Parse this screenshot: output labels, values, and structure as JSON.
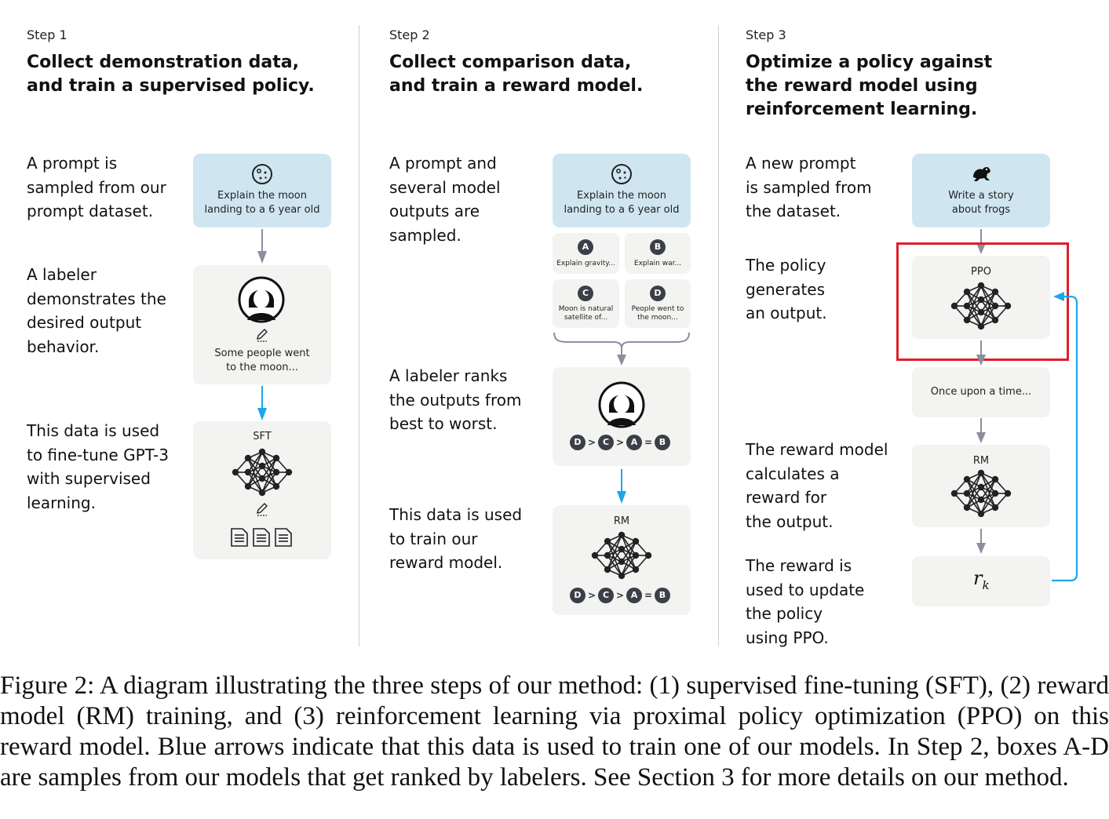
{
  "colors": {
    "prompt_card": "#cfe6f1",
    "card": "#f3f3f1",
    "arrow_gray": "#8a8fa0",
    "arrow_blue": "#1ba7e8",
    "highlight": "#e01e2a"
  },
  "step1": {
    "label": "Step 1",
    "title": "Collect demonstration data,\nand train a supervised policy.",
    "desc1": "A prompt is\nsampled from our\nprompt dataset.",
    "desc2": "A labeler\ndemonstrates the\ndesired output\nbehavior.",
    "desc3": "This data is used\nto fine-tune GPT-3\nwith supervised\nlearning.",
    "prompt": "Explain the moon\nlanding to a 6 year old",
    "demo_output": "Some people went\nto the moon...",
    "model": "SFT"
  },
  "step2": {
    "label": "Step 2",
    "title": "Collect comparison data,\nand train a reward model.",
    "desc1": "A prompt and\nseveral model\noutputs are\nsampled.",
    "desc2": "A labeler ranks\nthe outputs from\nbest to worst.",
    "desc3": "This data is used\nto train our\nreward model.",
    "prompt": "Explain the moon\nlanding to a 6 year old",
    "outputs": [
      {
        "badge": "A",
        "text": "Explain gravity..."
      },
      {
        "badge": "B",
        "text": "Explain war..."
      },
      {
        "badge": "C",
        "text": "Moon is natural\nsatellite of..."
      },
      {
        "badge": "D",
        "text": "People went to\nthe moon..."
      }
    ],
    "ranking": [
      "D",
      ">",
      "C",
      ">",
      "A",
      "=",
      "B"
    ],
    "model": "RM"
  },
  "step3": {
    "label": "Step 3",
    "title": "Optimize a policy against\nthe reward model using\nreinforcement learning.",
    "desc1": "A new prompt\nis sampled from\nthe dataset.",
    "desc2": "The policy\ngenerates\nan output.",
    "desc3": "The reward model\ncalculates a\nreward for\nthe output.",
    "desc4": "The reward is\nused to update\nthe policy\nusing PPO.",
    "prompt": "Write a story\nabout frogs",
    "policy": "PPO",
    "output": "Once upon a time...",
    "reward_model": "RM",
    "reward": "r",
    "reward_sub": "k"
  },
  "caption": "Figure 2: A diagram illustrating the three steps of our method: (1) supervised fine-tuning (SFT), (2) reward model (RM) training, and (3) reinforcement learning via proximal policy optimization (PPO) on this reward model. Blue arrows indicate that this data is used to train one of our models. In Step 2, boxes A-D are samples from our models that get ranked by labelers. See Section 3 for more details on our method."
}
